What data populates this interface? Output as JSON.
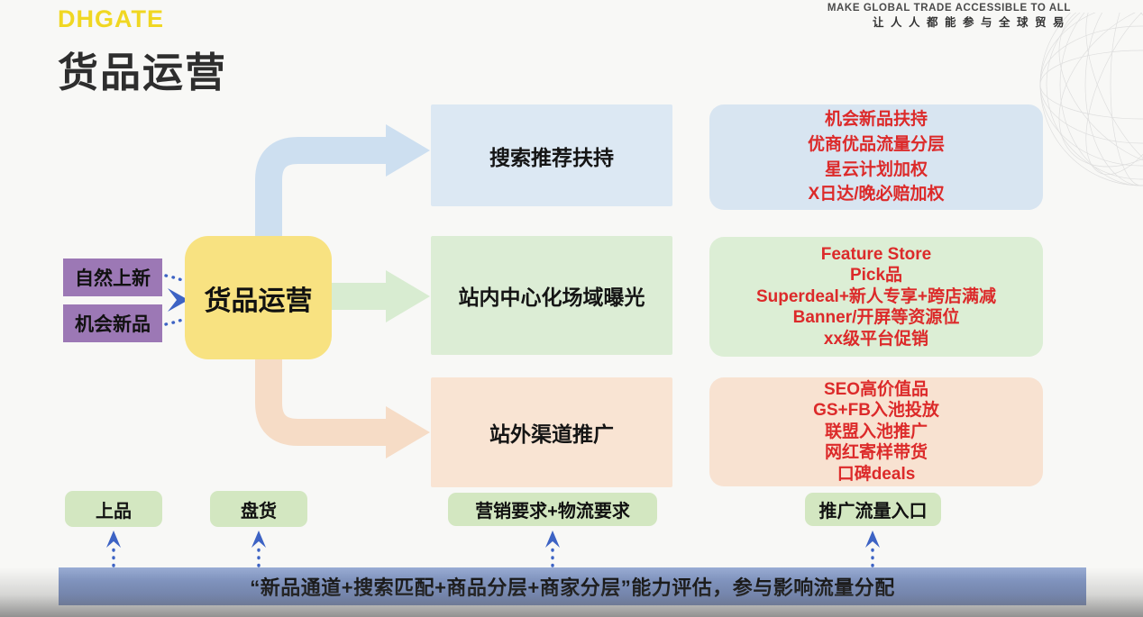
{
  "header": {
    "logo": "DHGATE",
    "tagline_en": "MAKE GLOBAL TRADE ACCESSIBLE TO ALL",
    "tagline_zh": "让人人都能参与全球贸易"
  },
  "title": "货品运营",
  "sources": {
    "natural": "自然上新",
    "opportunity": "机会新品"
  },
  "hub": {
    "label": "货品运营"
  },
  "channels": [
    {
      "label": "搜索推荐扶持",
      "details": [
        "机会新品扶持",
        "优商优品流量分层",
        "星云计划加权",
        "X日达/晚必赔加权"
      ]
    },
    {
      "label": "站内中心化场域曝光",
      "details": [
        "Feature Store",
        "Pick品",
        "Superdeal+新人专享+跨店满减",
        "Banner/开屏等资源位",
        "xx级平台促销"
      ]
    },
    {
      "label": "站外渠道推广",
      "details": [
        "SEO高价值品",
        "GS+FB入池投放",
        "联盟入池推广",
        "网红寄样带货",
        "口碑deals"
      ]
    }
  ],
  "footer_labels": [
    "上品",
    "盘货",
    "营销要求+物流要求",
    "推广流量入口"
  ],
  "bottom_bar": "“新品通道+搜索匹配+商品分层+商家分层”能力评估，参与影响流量分配",
  "colors": {
    "brand_yellow": "#f0d722",
    "hub_yellow": "#f8e281",
    "purple": "#9c78b5",
    "channel_blue": "#dce8f3",
    "channel_green": "#dcedd5",
    "channel_pink": "#f9e4d3",
    "accent_red": "#dc2a2a",
    "bar_blue": "#7d93c4",
    "dotted_arrow_blue": "#3d63c4"
  }
}
